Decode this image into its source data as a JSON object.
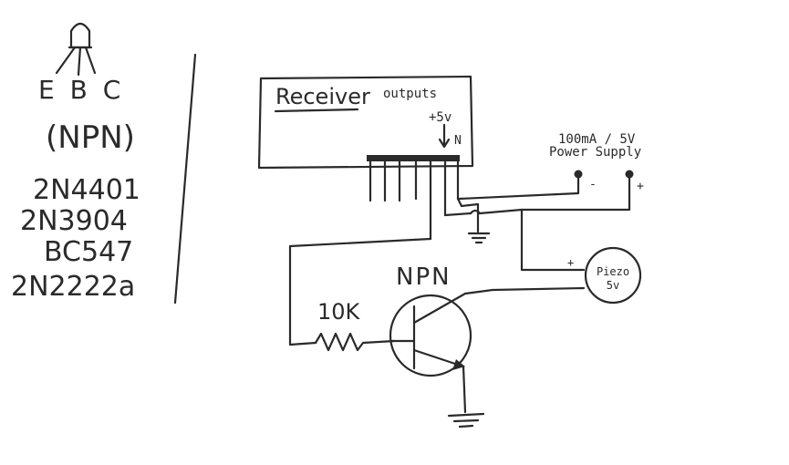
{
  "pinout": {
    "pins": "E B C",
    "type_label": "(NPN)",
    "parts": [
      "2N4401",
      "2N3904",
      "BC547",
      "2N2222a"
    ]
  },
  "receiver": {
    "title": "Receiver",
    "outputs_label": "outputs",
    "plus_label": "+5v",
    "n_label": "N"
  },
  "power_supply": {
    "rating": "100mA / 5V",
    "name": "Power Supply",
    "minus": "-",
    "plus": "+"
  },
  "piezo": {
    "label_line1": "Piezo",
    "label_line2": "5v",
    "plus": "+"
  },
  "resistor": {
    "label": "10K"
  },
  "transistor": {
    "label": "NPN"
  },
  "colors": {
    "ink": "#2a2a2a",
    "background": "#ffffff"
  }
}
